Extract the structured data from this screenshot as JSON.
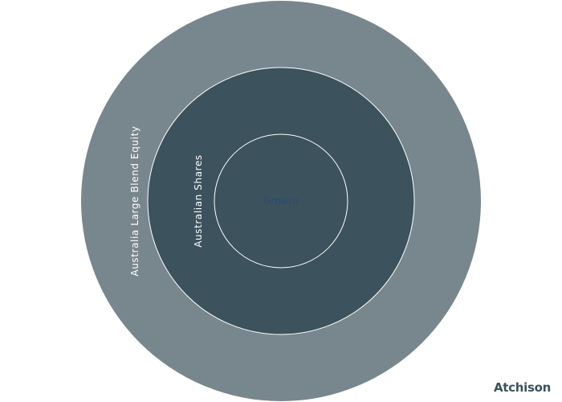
{
  "chart_data": {
    "type": "sunburst",
    "levels": [
      {
        "level": 0,
        "name": "Growth",
        "value": 100,
        "color": "#3c525c",
        "label_color": "#2e4a7a"
      },
      {
        "level": 1,
        "name": "Australian Shares",
        "value": 100,
        "color": "#3c525c",
        "label_color": "#ffffff"
      },
      {
        "level": 2,
        "name": "Australia Large Blend Equity",
        "value": 100,
        "color": "#78878d",
        "label_color": "#ffffff"
      }
    ],
    "ring_border_color": "#ffffff"
  },
  "branding": {
    "logo_text": "Atchison",
    "logo_color": "#3c525c"
  }
}
